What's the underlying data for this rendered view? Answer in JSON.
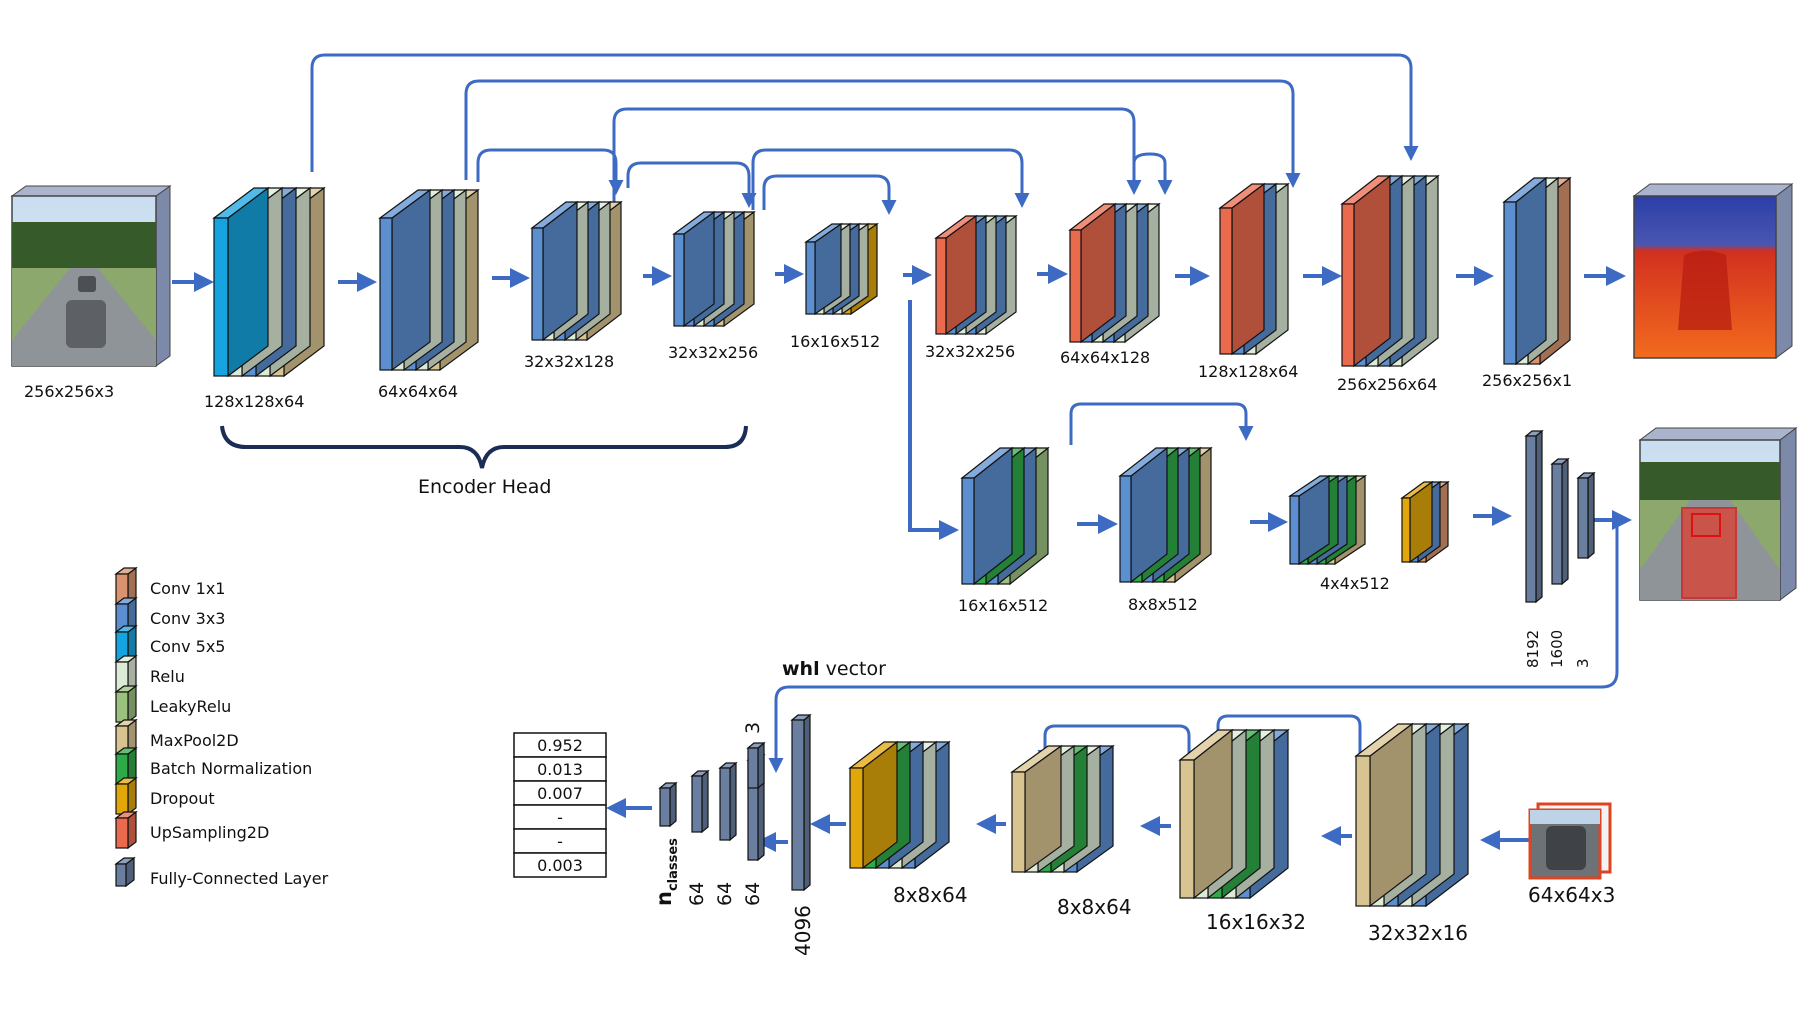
{
  "colors": {
    "conv1x1": "#d9946f",
    "conv3x3": "#5b8fd0",
    "conv5x5": "#16a4e0",
    "relu": "#dcebd6",
    "leakyrelu": "#9bc17e",
    "maxpool": "#d8c490",
    "batchnorm": "#2faa48",
    "dropout": "#e0a60a",
    "upsampling": "#ea6a4e",
    "fc": "#6a7fa0",
    "arrow": "#3d6bc3",
    "brace": "#1b2d57"
  },
  "labels": {
    "input": "256x256x3",
    "enc1": "128x128x64",
    "enc2": "64x64x64",
    "enc3": "32x32x128",
    "enc4": "32x32x256",
    "enc5": "16x16x512",
    "dec1": "32x32x256",
    "dec2": "64x64x128",
    "dec3": "128x128x64",
    "dec4": "256x256x64",
    "dec5": "256x256x1",
    "det1": "16x16x512",
    "det2": "8x8x512",
    "det3": "4x4x512",
    "fc1": "8192",
    "fc2": "1600",
    "fc3": "3",
    "encoder_head": "Encoder Head",
    "whl_bold": "whl",
    "whl_rest": " vector",
    "cls_input": "64x64x3",
    "cls1": "32x32x16",
    "cls2": "16x16x32",
    "cls3": "8x8x64",
    "cls4": "8x8x64",
    "fc4096": "4096",
    "fc64a": "64",
    "fc64b": "64",
    "fc64c": "64",
    "nclasses_n": "n",
    "nclasses_sub": "classes"
  },
  "output_table": [
    "0.952",
    "0.013",
    "0.007",
    "-",
    "-",
    "0.003"
  ],
  "legend": [
    {
      "label": "Conv 1x1",
      "color_key": "conv1x1"
    },
    {
      "label": "Conv 3x3",
      "color_key": "conv3x3"
    },
    {
      "label": "Conv 5x5",
      "color_key": "conv5x5"
    },
    {
      "label": "Relu",
      "color_key": "relu"
    },
    {
      "label": "LeakyRelu",
      "color_key": "leakyrelu"
    },
    {
      "label": "MaxPool2D",
      "color_key": "maxpool"
    },
    {
      "label": "Batch Normalization",
      "color_key": "batchnorm"
    },
    {
      "label": "Dropout",
      "color_key": "dropout"
    },
    {
      "label": "UpSampling2D",
      "color_key": "upsampling"
    },
    {
      "label": "Fully-Connected Layer",
      "color_key": "fc"
    }
  ]
}
